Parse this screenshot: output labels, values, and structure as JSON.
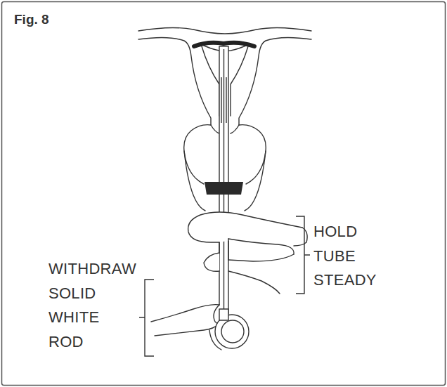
{
  "diagram": {
    "title": "Fig. 8",
    "labels": [
      "HOLD TUBE STEADY",
      "WITHDRAW SOLID WHITE ROD"
    ]
  }
}
